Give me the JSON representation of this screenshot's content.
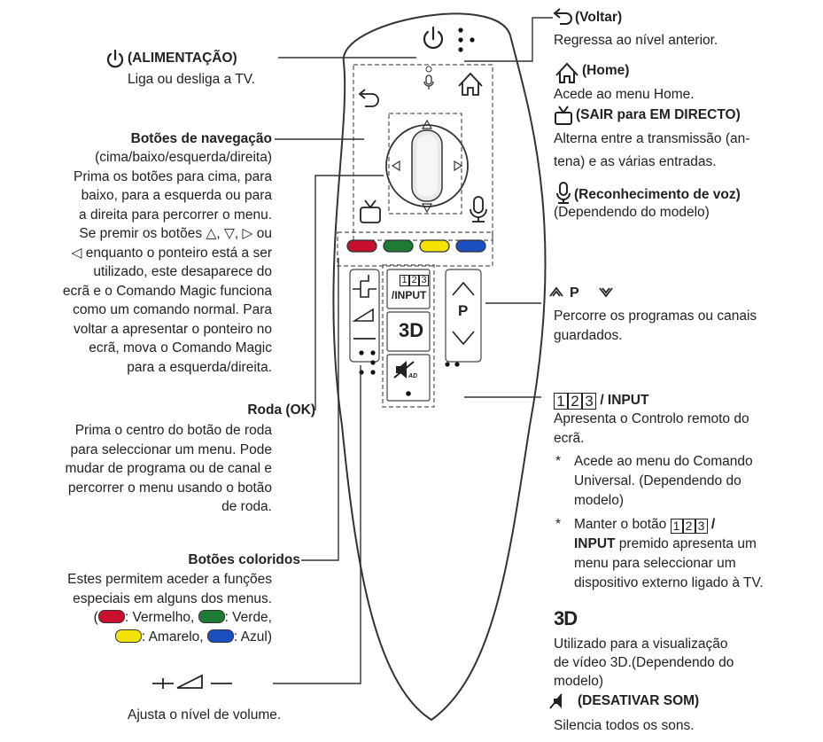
{
  "power": {
    "title": "(ALIMENTAÇÃO)",
    "desc": "Liga ou desliga a TV."
  },
  "navigation": {
    "title": "Botões de navegação",
    "lines": [
      "(cima/baixo/esquerda/direita)",
      "Prima os botões para cima, para",
      "baixo, para a esquerda ou para",
      "a direita para percorrer o menu.",
      "Se premir os botões",
      "ou",
      "enquanto o ponteiro está a ser",
      "utilizado, este desaparece do",
      "ecrã e o Comando Magic funciona",
      "como um comando normal. Para",
      "voltar a apresentar o ponteiro no",
      "ecrã, mova o Comando Magic",
      "para a esquerda/direita."
    ]
  },
  "wheel": {
    "title": "Roda (OK)",
    "lines": [
      "Prima o centro do botão de roda",
      "para seleccionar um menu. Pode",
      "mudar de programa ou de canal e",
      "percorrer o menu usando o botão",
      "de roda."
    ]
  },
  "colored": {
    "title": "Botões coloridos",
    "lines": [
      "Estes permitem aceder a funções",
      "especiais em alguns dos menus."
    ],
    "red": ": Vermelho,",
    "green": ": Verde,",
    "yellow": ": Amarelo,",
    "blue": ": Azul)",
    "open_paren": "("
  },
  "volume": {
    "desc": "Ajusta o nível de volume."
  },
  "back": {
    "title": "(Voltar)",
    "desc": "Regressa ao nível anterior."
  },
  "home": {
    "title": "(Home)",
    "desc": "Acede ao menu Home."
  },
  "live": {
    "title": "(SAIR para EM DIRECTO)",
    "lines": [
      "Alterna entre a transmissão (an-",
      "tena) e as várias entradas."
    ]
  },
  "voice": {
    "title": "(Reconhecimento de voz)",
    "desc": "(Dependendo do modelo)"
  },
  "program": {
    "p": "P",
    "desc_lines": [
      "Percorre os programas ou canais",
      "guardados."
    ]
  },
  "input": {
    "title": "/ INPUT",
    "lines": [
      "Apresenta o Controlo remoto do",
      "ecrã."
    ],
    "note1": [
      "Acede ao menu do Comando",
      "Universal. (Dependendo do",
      "modelo)"
    ],
    "note2_prefix": "Manter o botão",
    "note2_bold_suffix": " /",
    "note2_lines": [
      "INPUT",
      " premido apresenta um",
      "menu para seleccionar um",
      "dispositivo externo ligado à TV."
    ],
    "asterisk": "*"
  },
  "threed": {
    "label": "3D",
    "lines": [
      "Utilizado para a visualização",
      "de vídeo 3D.(Dependendo do",
      "modelo)"
    ]
  },
  "mute": {
    "title": "(DESATIVAR SOM)",
    "desc": "Silencia todos os sons."
  },
  "remote": {
    "input_label": "/INPUT",
    "p_label": "P",
    "threed_label": "3D",
    "ad_label": "AD",
    "digits": [
      "1",
      "2",
      "3"
    ]
  },
  "colors": {
    "red": "#c8102e",
    "green": "#1e7b34",
    "yellow": "#f4e300",
    "blue": "#1a4fc2",
    "line": "#333333"
  }
}
